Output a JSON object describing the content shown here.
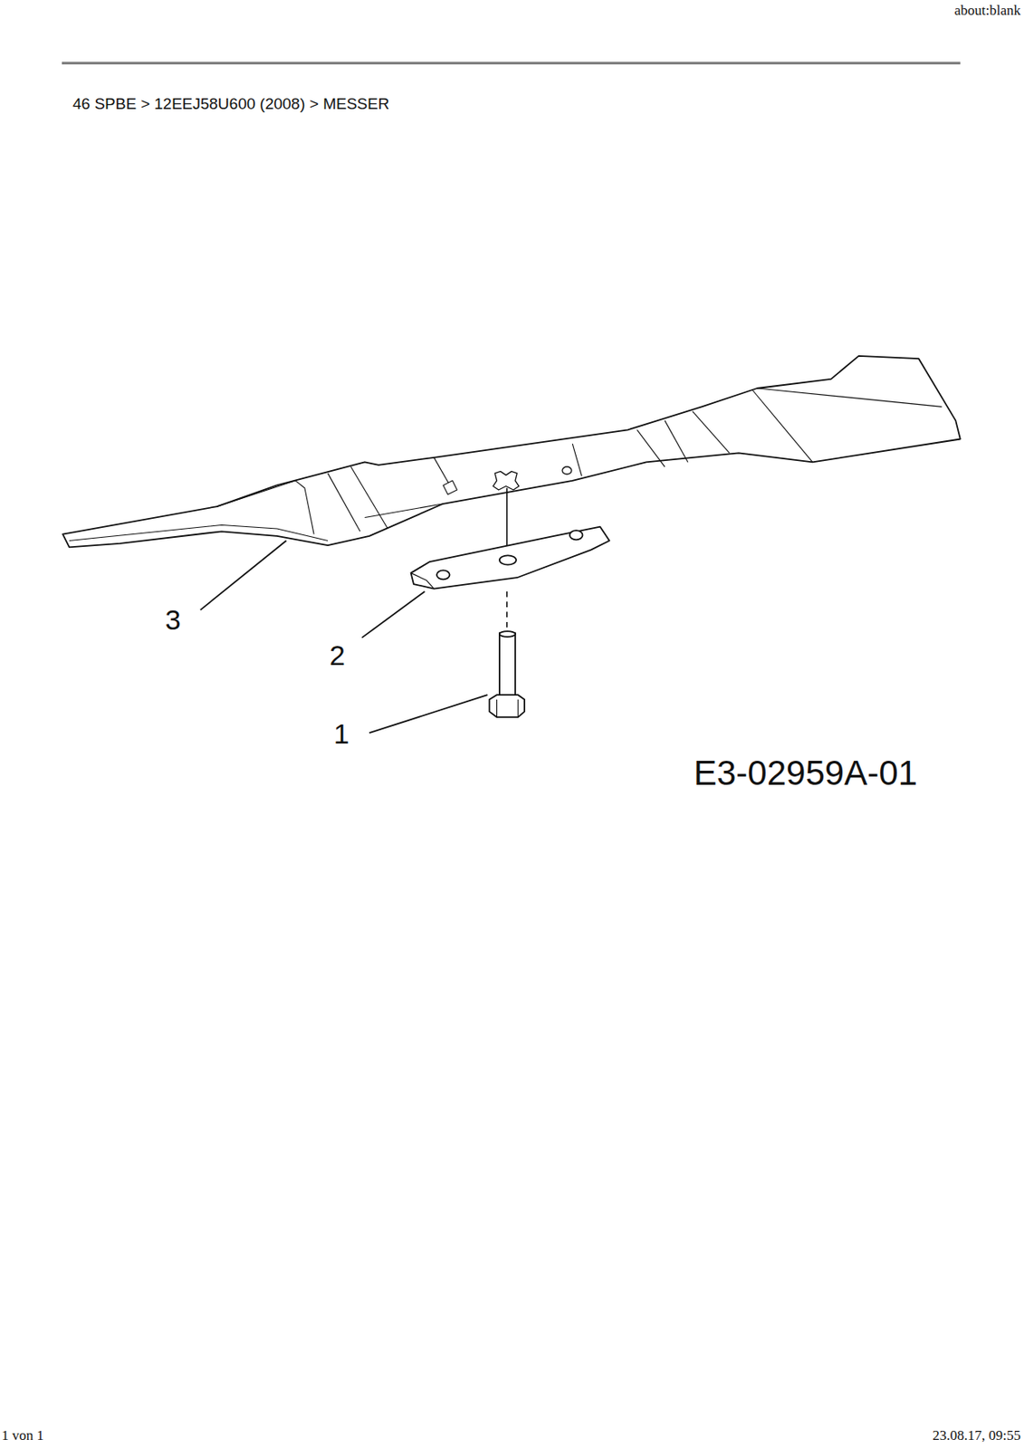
{
  "diagram": {
    "title": "46 SPBE > 12EEJ58U600 (2008) > MESSER",
    "labels": [
      "about:blank",
      "3",
      "2",
      "1",
      "E3-02959A-01",
      "1 von 1",
      "23.08.17, 09:55"
    ]
  }
}
